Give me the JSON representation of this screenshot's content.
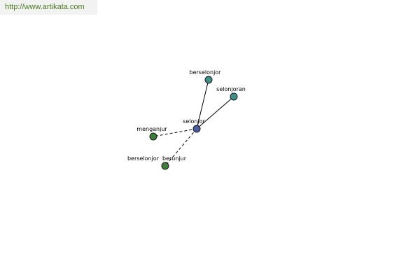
{
  "watermark": {
    "text": "http://www.artikata.com",
    "color": "#4a7a1e"
  },
  "colors": {
    "center": "#4e5aa0",
    "synonym": "#3f8f8a",
    "related": "#3f7d3a"
  },
  "graph": {
    "nodes": [
      {
        "id": "selonjor",
        "label": "selonjor",
        "group": "center"
      },
      {
        "id": "berselonjor",
        "label": "berselonjor",
        "group": "synonym"
      },
      {
        "id": "selonjoran",
        "label": "selonjoran",
        "group": "synonym"
      },
      {
        "id": "menganjur",
        "label": "menganjur",
        "group": "related"
      },
      {
        "id": "berselonjor-berunjur",
        "label": "berselonjor  berunjur",
        "group": "related"
      }
    ],
    "edges": [
      {
        "from": "selonjor",
        "to": "berselonjor",
        "style": "solid"
      },
      {
        "from": "selonjor",
        "to": "selonjoran",
        "style": "solid"
      },
      {
        "from": "selonjor",
        "to": "menganjur",
        "style": "dashed"
      },
      {
        "from": "selonjor",
        "to": "berselonjor-berunjur",
        "style": "dashed"
      }
    ]
  }
}
